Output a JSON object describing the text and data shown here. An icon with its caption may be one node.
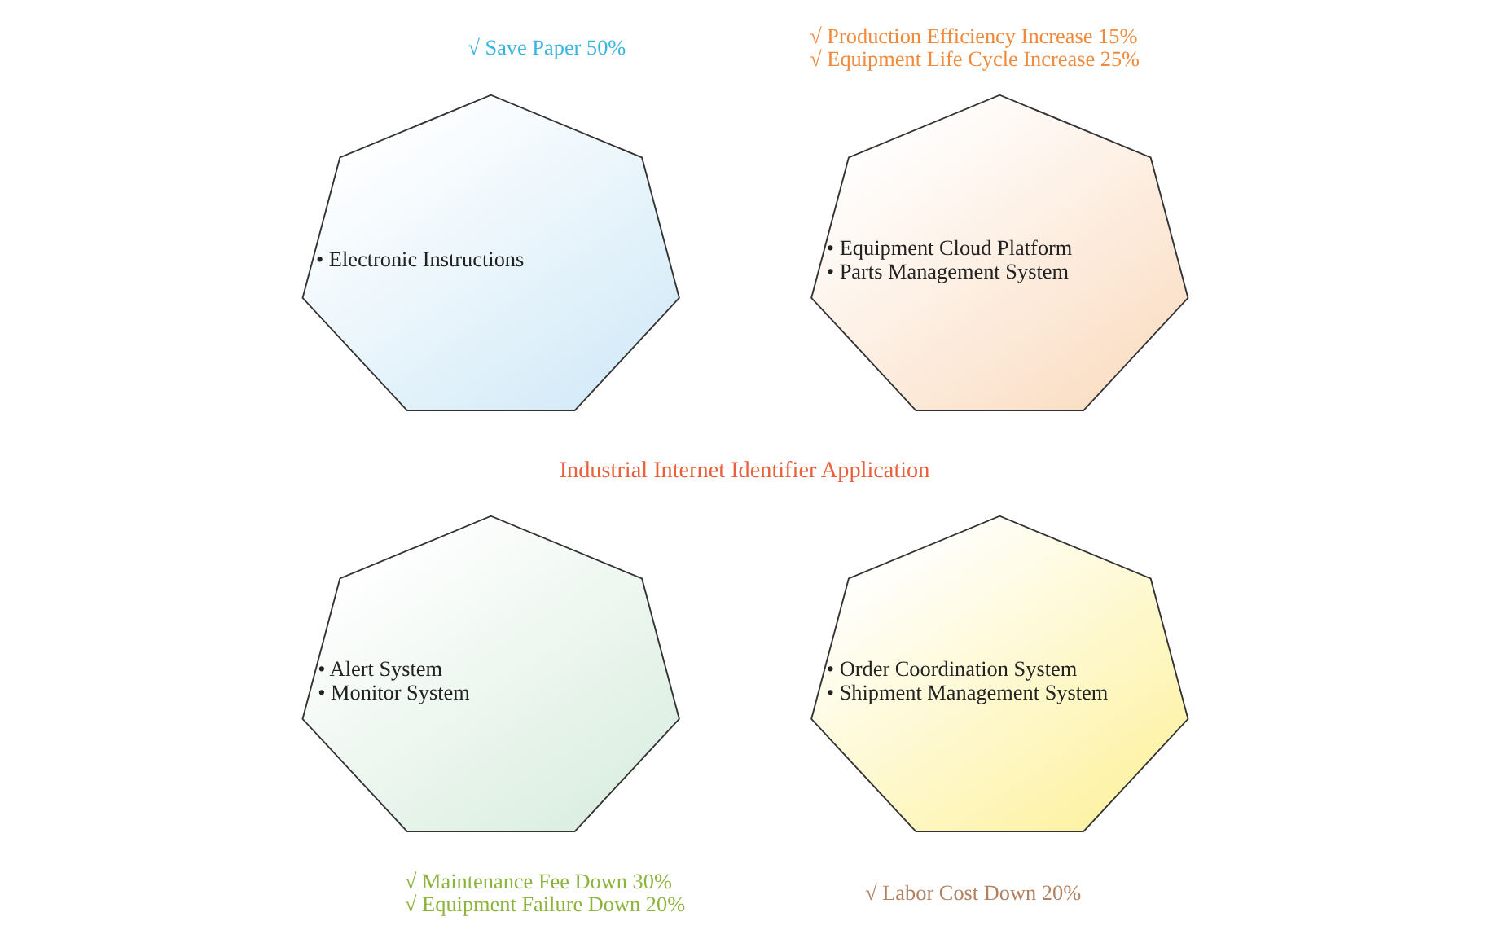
{
  "diagram": {
    "nodes": [
      {
        "text": [
          "• Electronic Instructions"
        ],
        "beside": [
          "√ Save Paper 50%"
        ]
      },
      {
        "text": [
          "• Equipment Cloud Platform",
          "• Parts Management System"
        ],
        "beside": [
          "√ Production Efficiency Increase 15%",
          "√ Equipment Life Cycle Increase 25%"
        ]
      },
      {
        "text": [
          "• Alert System",
          "• Monitor System"
        ],
        "beside": [
          "√ Maintenance Fee Down 30%",
          "√ Equipment Failure Down 20%"
        ]
      },
      {
        "text": [
          "• Order Coordination System",
          "• Shipment Management System"
        ],
        "beside": [
          "√ Labor Cost Down 20%"
        ]
      }
    ],
    "edges": [],
    "labels": [
      "Industrial Internet Identifier Application"
    ]
  }
}
